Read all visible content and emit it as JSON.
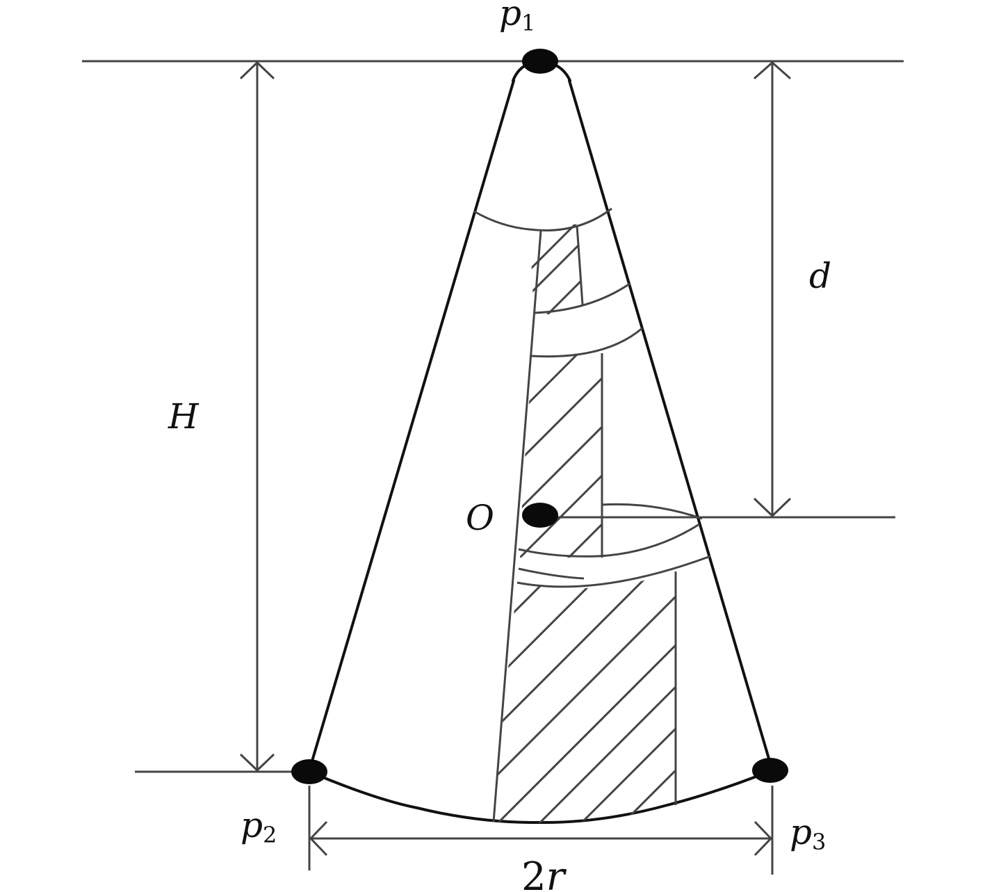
{
  "labels": {
    "p1": {
      "main": "p",
      "sub": "1"
    },
    "p2": {
      "main": "p",
      "sub": "2"
    },
    "p3": {
      "main": "p",
      "sub": "3"
    },
    "H": "H",
    "d": "d",
    "O": "O",
    "width": {
      "num": "2",
      "var": "r"
    }
  },
  "colors": {
    "stroke": "#111111",
    "dim": "#444444",
    "point": "#0a0a0a"
  }
}
